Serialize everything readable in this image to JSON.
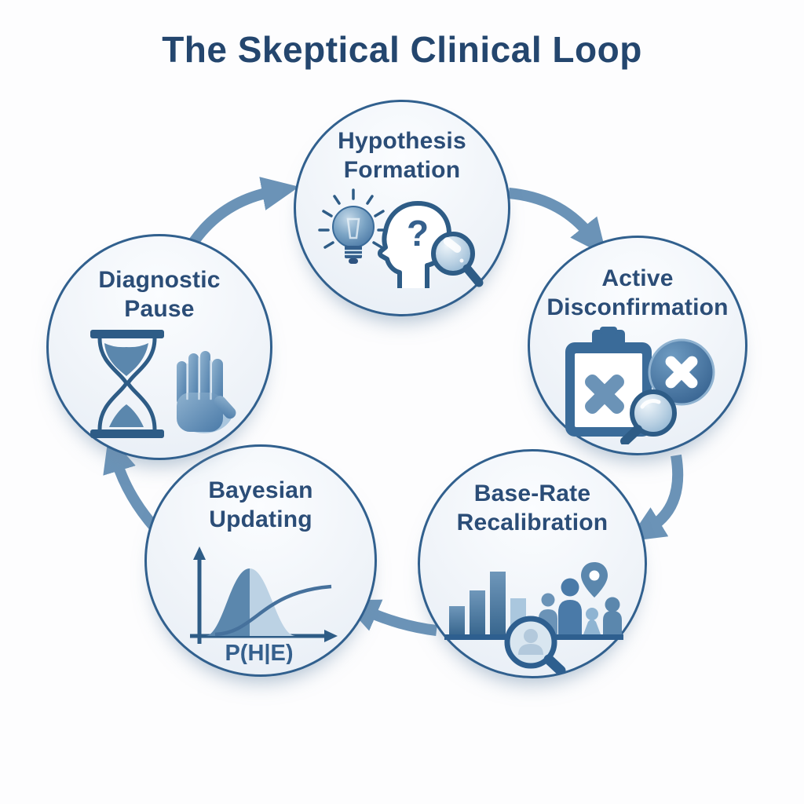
{
  "title": "The Skeptical Clinical Loop",
  "loop": {
    "direction": "clockwise",
    "nodes": [
      {
        "id": "hypothesis-formation",
        "label": "Hypothesis\nFormation",
        "icons": [
          "lightbulb-icon",
          "head-question-icon",
          "question-mark",
          "magnifier-icon"
        ],
        "question_mark": "?"
      },
      {
        "id": "active-disconfirmation",
        "label": "Active\nDisconfirmation",
        "icons": [
          "clipboard-x-icon",
          "x-circle-icon",
          "magnifier-icon"
        ]
      },
      {
        "id": "base-rate-recalibration",
        "label": "Base-Rate\nRecalibration",
        "icons": [
          "bar-chart-icon",
          "population-icon",
          "location-pin-icon",
          "magnifier-icon"
        ]
      },
      {
        "id": "bayesian-updating",
        "label": "Bayesian\nUpdating",
        "formula": "P(H|E)",
        "icons": [
          "probability-distribution-icon",
          "axes-icon",
          "sigmoid-curve-icon"
        ]
      },
      {
        "id": "diagnostic-pause",
        "label": "Diagnostic\nPause",
        "icons": [
          "hourglass-icon",
          "stop-hand-icon"
        ]
      }
    ],
    "edges": [
      {
        "from": "hypothesis-formation",
        "to": "active-disconfirmation"
      },
      {
        "from": "active-disconfirmation",
        "to": "base-rate-recalibration"
      },
      {
        "from": "base-rate-recalibration",
        "to": "bayesian-updating"
      },
      {
        "from": "bayesian-updating",
        "to": "diagnostic-pause"
      },
      {
        "from": "diagnostic-pause",
        "to": "hypothesis-formation"
      }
    ]
  },
  "colors": {
    "background": "#fdfdfe",
    "title_text": "#24466e",
    "label_text": "#2b4d77",
    "node_border": "#31608e",
    "node_fill_light": "#fbfdff",
    "node_fill_dark": "#e6edf5",
    "arrow": "#6b93b7",
    "icon_dark": "#2e5c86",
    "icon_mid": "#5b87ad",
    "icon_light": "#aac7de"
  }
}
